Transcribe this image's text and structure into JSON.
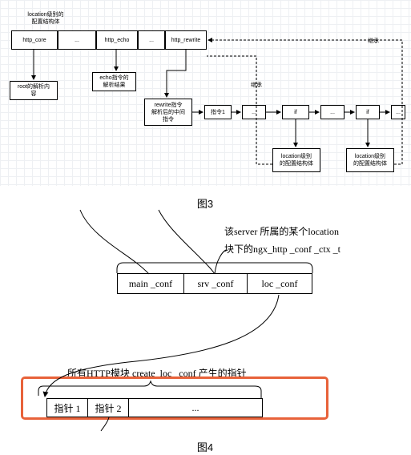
{
  "figure3": {
    "top_caption": "location级别的\n配置结构体",
    "modules": [
      "http_core",
      "...",
      "http_echo",
      "...",
      "http_rewrite"
    ],
    "root_box": "root的解析内\n容",
    "echo_box": "echo指令的\n解析结果",
    "rewrite_box": "rewrite指令\n解析后的中间\n指令",
    "chain": [
      "指令1",
      "...",
      "if",
      "...",
      "if",
      "..."
    ],
    "loc_box_1": "location级别\n的配置结构体",
    "loc_box_2": "location级别\n的配置结构体",
    "inherit_1": "继承",
    "inherit_2": "继承",
    "caption": "图3"
  },
  "figure4": {
    "note_line1": "该server 所属的某个location",
    "note_line2": "块下的ngx_http _conf _ctx _t",
    "conf_cells": [
      "main _conf",
      "srv _conf",
      "loc _conf"
    ],
    "array_label": "所有HTTP模块 create_loc _conf 产生的指针",
    "pointer_cells": [
      "指针 1",
      "指针 2",
      "..."
    ],
    "highlight_color": "#e8623a",
    "caption": "图4"
  }
}
